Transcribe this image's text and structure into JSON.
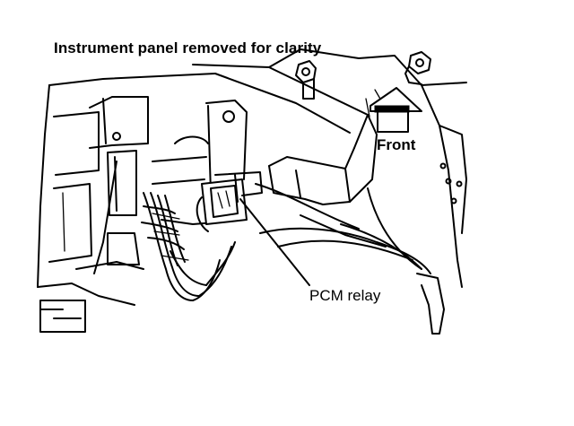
{
  "diagram": {
    "labels": {
      "title": "Instrument panel removed for clarity",
      "front": "Front",
      "pcm_relay": "PCM relay"
    }
  }
}
